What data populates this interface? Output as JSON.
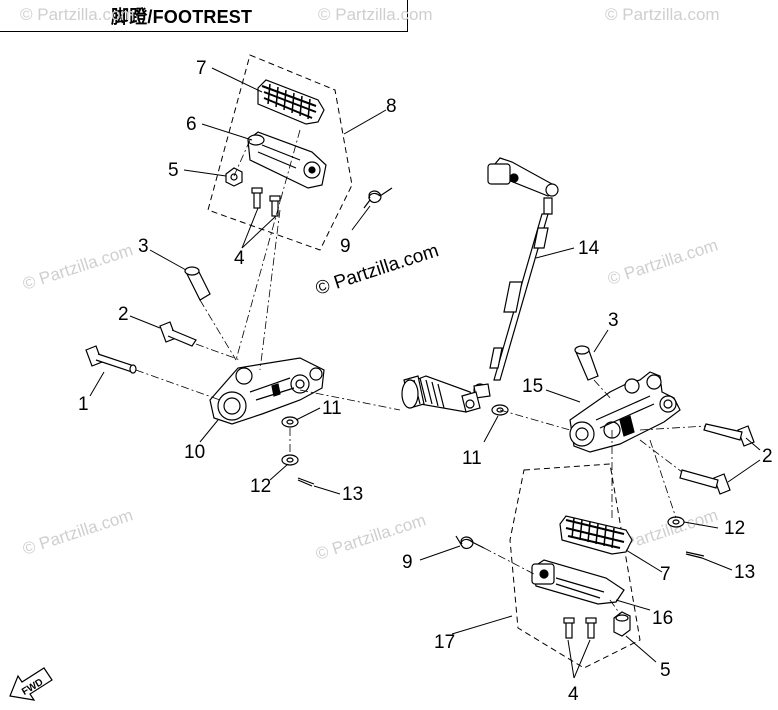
{
  "title": "脚蹬/FOOTREST",
  "watermark": {
    "symbol": "©",
    "text": "Partzilla.com"
  },
  "fwd_label": "FWD",
  "callouts": {
    "c7a": "7",
    "c6a": "6",
    "c5a": "5",
    "c8": "8",
    "c9a": "9",
    "c4a": "4",
    "c3a": "3",
    "c2a": "2",
    "c1": "1",
    "c10": "10",
    "c11a": "11",
    "c12a": "12",
    "c13a": "13",
    "c14": "14",
    "c3b": "3",
    "c15": "15",
    "c11b": "11",
    "c2b": "2",
    "c12b": "12",
    "c13b": "13",
    "c9b": "9",
    "c7b": "7",
    "c16": "16",
    "c17": "17",
    "c5b": "5",
    "c4b": "4"
  }
}
